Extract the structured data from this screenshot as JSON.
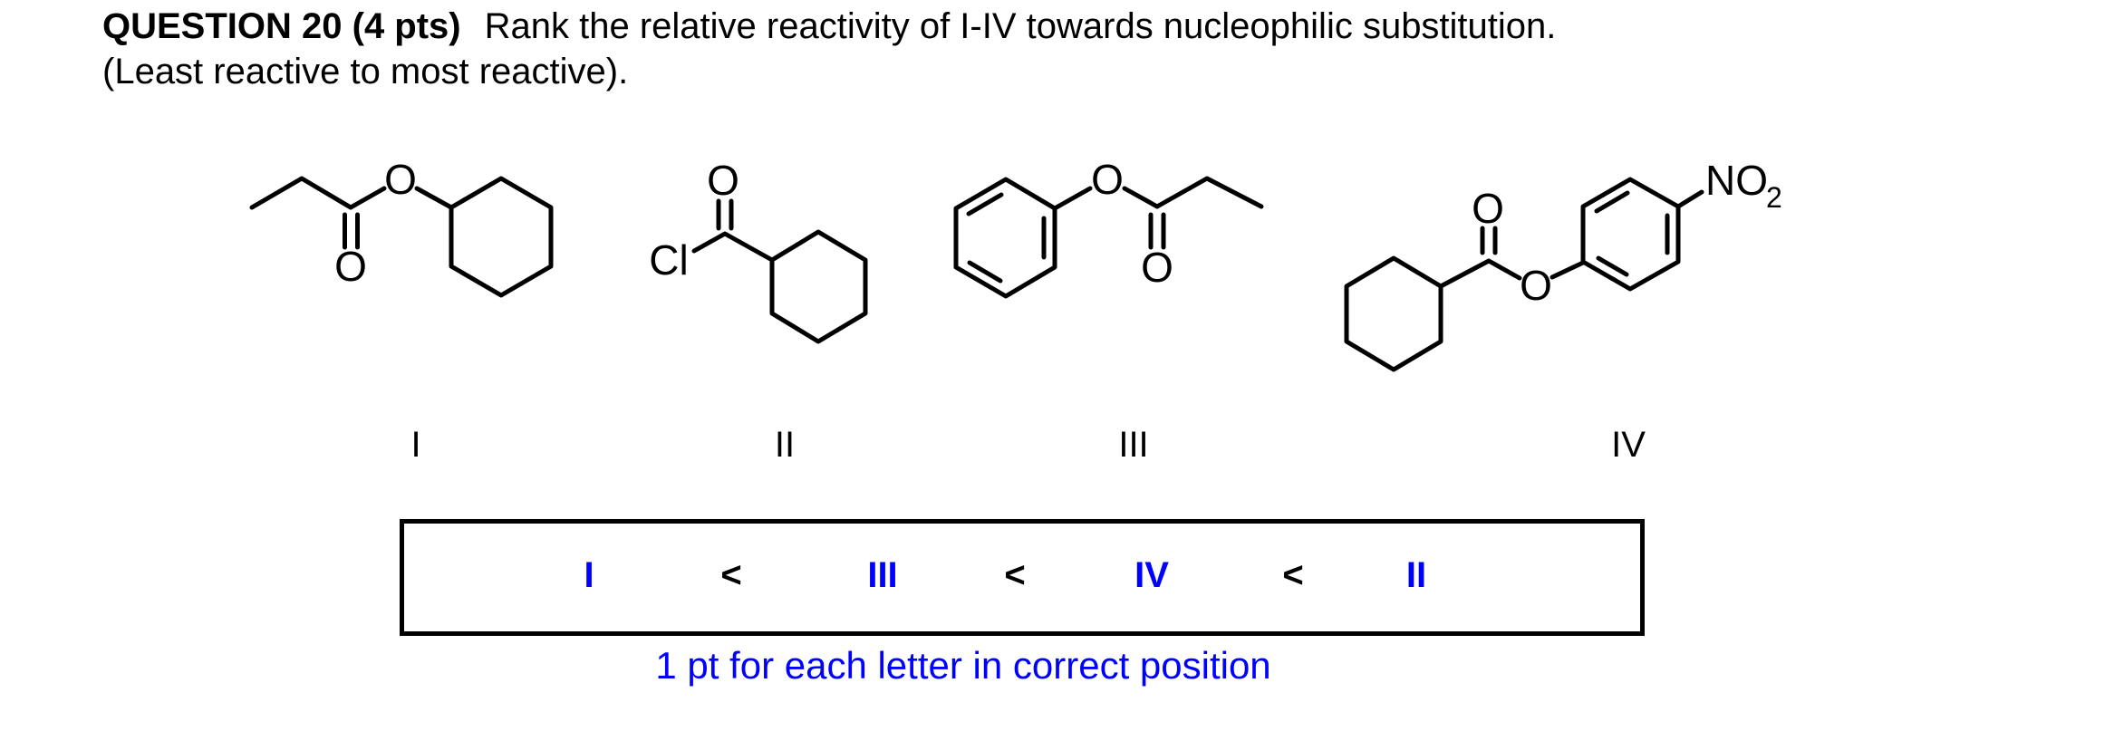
{
  "colors": {
    "ink": "#000000",
    "answer_blue": "#0000ff",
    "background": "#ffffff"
  },
  "heading": {
    "bold": "QUESTION 20 (4 pts)",
    "rest": "Rank the relative reactivity of I-IV towards nucleophilic substitution.",
    "line2": "(Least reactive to most reactive)."
  },
  "structures": [
    {
      "label": "I",
      "atoms": {
        "ester_o": "O",
        "carbonyl_o": "O"
      }
    },
    {
      "label": "II",
      "atoms": {
        "carbonyl_o": "O",
        "cl": "Cl"
      }
    },
    {
      "label": "III",
      "atoms": {
        "ester_o": "O",
        "carbonyl_o": "O"
      }
    },
    {
      "label": "IV",
      "atoms": {
        "carbonyl_o": "O",
        "ester_o": "O",
        "no": "NO",
        "no_sub": "2"
      }
    }
  ],
  "answer": {
    "items": [
      "I",
      "<",
      "III",
      "<",
      "IV",
      "<",
      "II"
    ],
    "caption": "1 pt for each letter in correct position"
  }
}
